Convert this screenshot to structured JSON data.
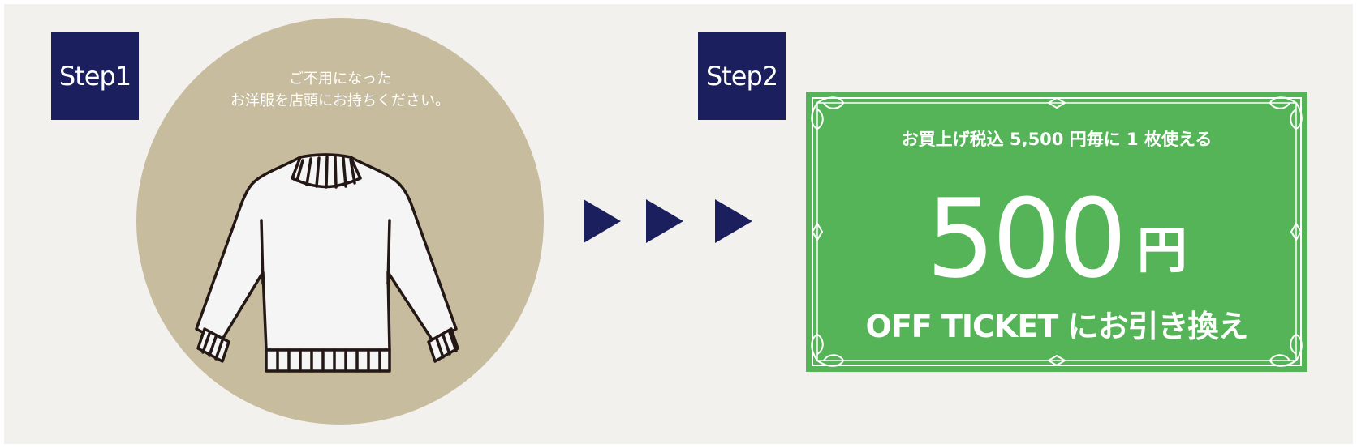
{
  "colors": {
    "background": "#f3f1ed",
    "navy": "#1b1f5e",
    "circle": "#c8bc9e",
    "ticket_green": "#55b457",
    "white": "#ffffff"
  },
  "step1": {
    "label": "Step1",
    "instruction_line1": "ご不用になった",
    "instruction_line2": "お洋服を店頭にお持ちください。",
    "illustration": "sweater-icon"
  },
  "arrows": [
    "arrow-right-icon",
    "arrow-right-icon",
    "arrow-right-icon"
  ],
  "step2": {
    "label": "Step2",
    "ticket": {
      "condition": "お買上げ税込 5,500 円毎に 1 枚使える",
      "amount": "500",
      "unit": "円",
      "exchange_text": "OFF TICKET にお引き換え"
    }
  }
}
